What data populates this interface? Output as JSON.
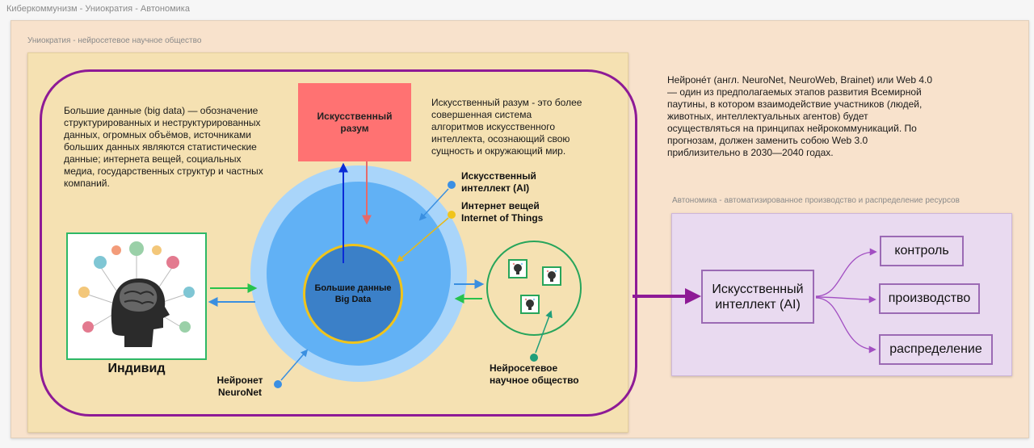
{
  "breadcrumb": "Киберкоммунизм - Униократия - Автономика",
  "outer_label": "Униократия - нейросетевое научное общество",
  "big_data_description": "Большие данные (big data) — обозначение структурированных и неструктурированных данных, огромных объёмов, источниками больших данных являются статистические данные; интернета вещей, социальных медиа, государственных структур и частных компаний.",
  "ai_box_label": "Искусственный разум",
  "ai_description": "Искусственный разум - это более совершенная система алгоритмов искусственного интеллекта, осознающий свою сущность и окружающий мир.",
  "neuronet_description": "Нейроне́т (англ. NeuroNet, NeuroWeb, Brainet) или Web 4.0 — один из предполагаемых этапов развития Всемирной паутины, в котором взаимодействие участников (людей, животных, интеллектуальных агентов) будет осуществляться на принципах нейрокоммуникаций. По прогнозам, должен заменить собою Web 3.0 приблизительно в 2030—2040 годах.",
  "core_label": "Большие данные Big Data",
  "legend_ai": "Искусственный интеллект (AI)",
  "legend_iot": "Интернет вещей Internet of Things",
  "neuronet_label": "Нейронет NeuroNet",
  "society_label": "Нейросетевое научное общество",
  "individ_label": "Индивид",
  "autonomics_label": "Автономика - автоматизированное производство и распределение ресурсов",
  "autonomics_ai": "Искусственный интеллект (AI)",
  "outputs": [
    "контроль",
    "производство",
    "распределение"
  ],
  "colors": {
    "purple": "#8e1a96",
    "ai_box": "#ff7272",
    "blue_dot": "#3b8fe3",
    "yellow_dot": "#f0c41b",
    "green_dot": "#1f9e7a"
  }
}
